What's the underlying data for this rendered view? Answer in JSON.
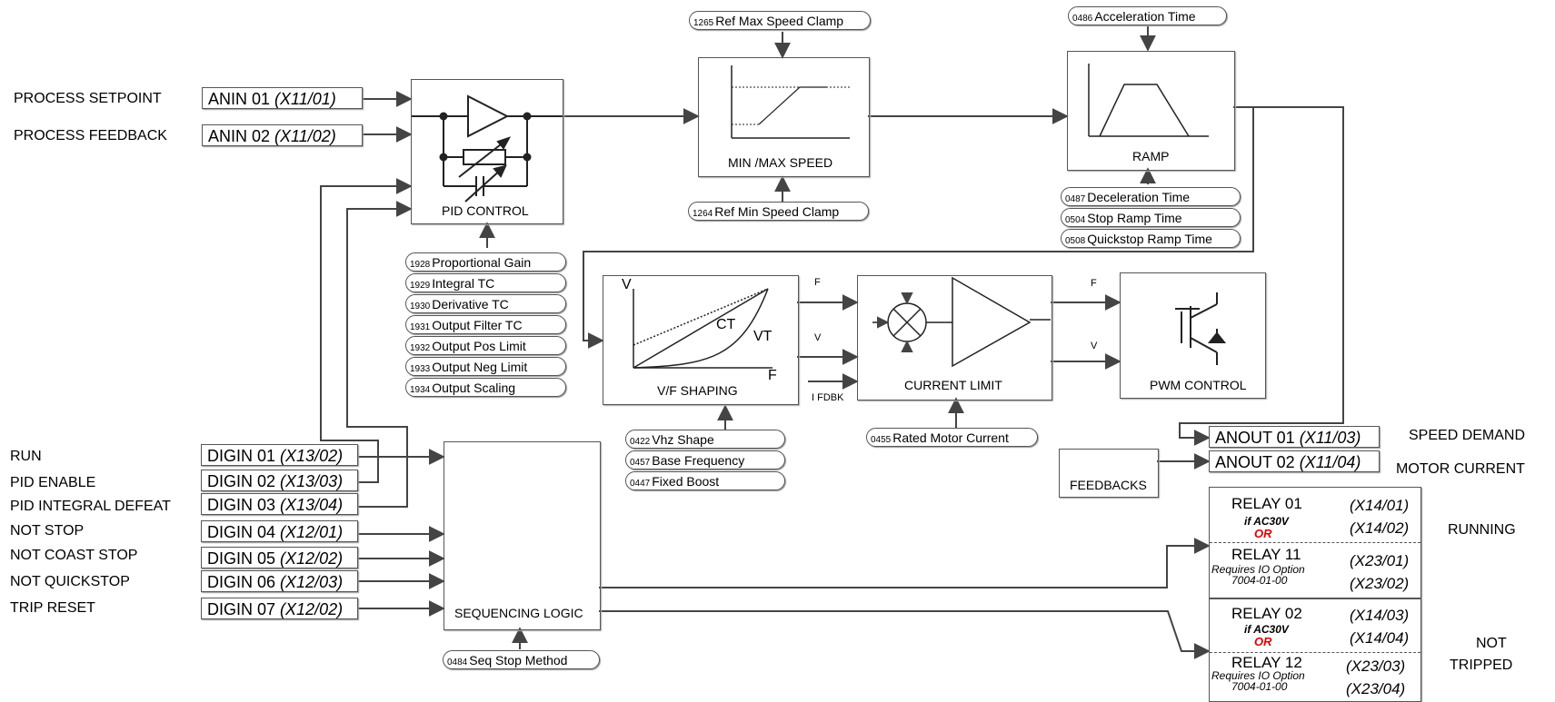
{
  "inputs": {
    "process_setpoint": "PROCESS SETPOINT",
    "process_feedback": "PROCESS FEEDBACK",
    "anin01": {
      "name": "ANIN 01",
      "term": "(X11/01)"
    },
    "anin02": {
      "name": "ANIN 02",
      "term": "(X11/02)"
    }
  },
  "digital": {
    "labels": [
      "RUN",
      "PID ENABLE",
      "PID INTEGRAL DEFEAT",
      "NOT STOP",
      "NOT COAST STOP",
      "NOT QUICKSTOP",
      "TRIP RESET"
    ],
    "names": [
      "DIGIN 01",
      "DIGIN 02",
      "DIGIN 03",
      "DIGIN 04",
      "DIGIN 05",
      "DIGIN 06",
      "DIGIN 07"
    ],
    "terms": [
      "(X13/02)",
      "(X13/03)",
      "(X13/04)",
      "(X12/01)",
      "(X12/02)",
      "(X12/03)",
      "(X12/02)"
    ]
  },
  "blocks": {
    "pid": "PID CONTROL",
    "minmax": "MIN /MAX SPEED",
    "ramp": "RAMP",
    "vf": "V/F SHAPING",
    "current_limit": "CURRENT LIMIT",
    "pwm": "PWM CONTROL",
    "sequencing": "SEQUENCING LOGIC",
    "feedbacks": "FEEDBACKS"
  },
  "params": {
    "max_clamp": {
      "num": "1265",
      "label": "Ref Max Speed Clamp"
    },
    "min_clamp": {
      "num": "1264",
      "label": "Ref Min Speed Clamp"
    },
    "accel": {
      "num": "0486",
      "label": "Acceleration Time"
    },
    "ramp_list": [
      {
        "num": "0487",
        "label": "Deceleration Time"
      },
      {
        "num": "0504",
        "label": "Stop Ramp Time"
      },
      {
        "num": "0508",
        "label": "Quickstop Ramp Time"
      }
    ],
    "pid_list": [
      {
        "num": "1928",
        "label": "Proportional Gain"
      },
      {
        "num": "1929",
        "label": "Integral TC"
      },
      {
        "num": "1930",
        "label": "Derivative TC"
      },
      {
        "num": "1931",
        "label": "Output Filter TC"
      },
      {
        "num": "1932",
        "label": "Output Pos Limit"
      },
      {
        "num": "1933",
        "label": "Output Neg Limit"
      },
      {
        "num": "1934",
        "label": "Output Scaling"
      }
    ],
    "vf_list": [
      {
        "num": "0422",
        "label": "Vhz Shape"
      },
      {
        "num": "0457",
        "label": "Base Frequency"
      },
      {
        "num": "0447",
        "label": "Fixed Boost"
      }
    ],
    "rated_current": {
      "num": "0455",
      "label": "Rated Motor Current"
    },
    "seq_stop": {
      "num": "0484",
      "label": "Seq Stop Method"
    }
  },
  "signals": {
    "f": "F",
    "v": "V",
    "ifdbk": "I FDBK",
    "vf_v": "V",
    "vf_f": "F",
    "vf_ct": "CT",
    "vf_vt": "VT"
  },
  "outputs": {
    "anout01": {
      "name": "ANOUT 01",
      "term": "(X11/03)",
      "label": "SPEED DEMAND"
    },
    "anout02": {
      "name": "ANOUT 02",
      "term": "(X11/04)",
      "label": "MOTOR CURRENT"
    }
  },
  "relays": [
    {
      "top_name": "RELAY 01",
      "top_terms": [
        "(X14/01)",
        "(X14/02)"
      ],
      "cond": "if AC30V",
      "or": "OR",
      "bot_name": "RELAY 11",
      "bot_terms": [
        "(X23/01)",
        "(X23/02)"
      ],
      "req1": "Requires IO Option",
      "req2": "7004-01-00",
      "label1": "RUNNING",
      "label2": ""
    },
    {
      "top_name": "RELAY 02",
      "top_terms": [
        "(X14/03)",
        "(X14/04)"
      ],
      "cond": "if AC30V",
      "or": "OR",
      "bot_name": "RELAY 12",
      "bot_terms": [
        "(X23/03)",
        "(X23/04)"
      ],
      "req1": "Requires IO Option",
      "req2": "7004-01-00",
      "label1": "NOT",
      "label2": "TRIPPED"
    }
  ]
}
